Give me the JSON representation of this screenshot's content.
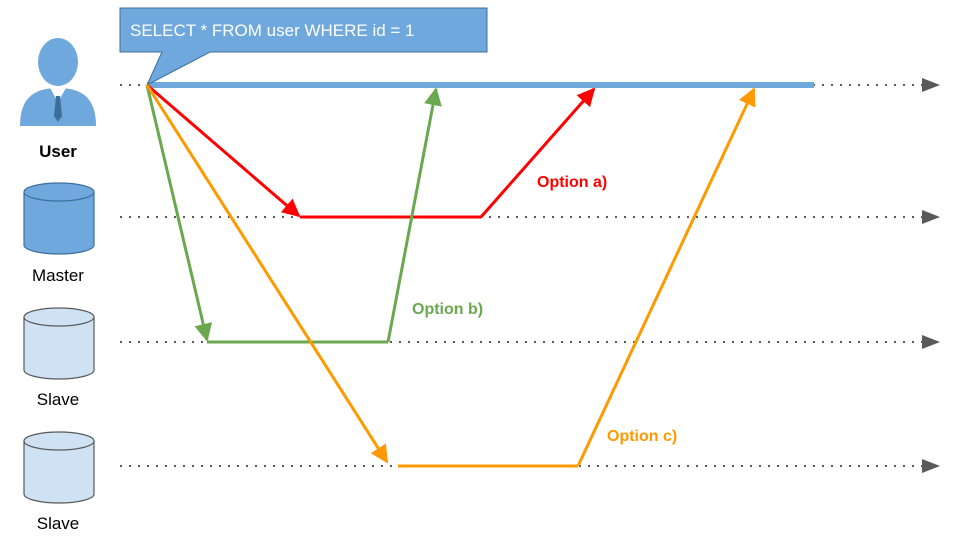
{
  "query": "SELECT * FROM user WHERE id = 1",
  "actors": [
    {
      "label": "User",
      "icon": "user-icon",
      "bold": true
    },
    {
      "label": "Master",
      "icon": "database-icon",
      "bold": false
    },
    {
      "label": "Slave",
      "icon": "database-icon",
      "bold": false
    },
    {
      "label": "Slave",
      "icon": "database-icon",
      "bold": false
    }
  ],
  "options": [
    {
      "label": "Option a)",
      "color": "#ff0000"
    },
    {
      "label": "Option b)",
      "color": "#6aa84f"
    },
    {
      "label": "Option c)",
      "color": "#ff9900"
    }
  ],
  "colors": {
    "request_bar": "#6fa8dc",
    "callout": "#6fa8dc",
    "master_fill": "#6fa8dc",
    "slave_fill": "#cfe2f3",
    "timeline": "#595959",
    "user_figure": "#6fa8dc"
  }
}
